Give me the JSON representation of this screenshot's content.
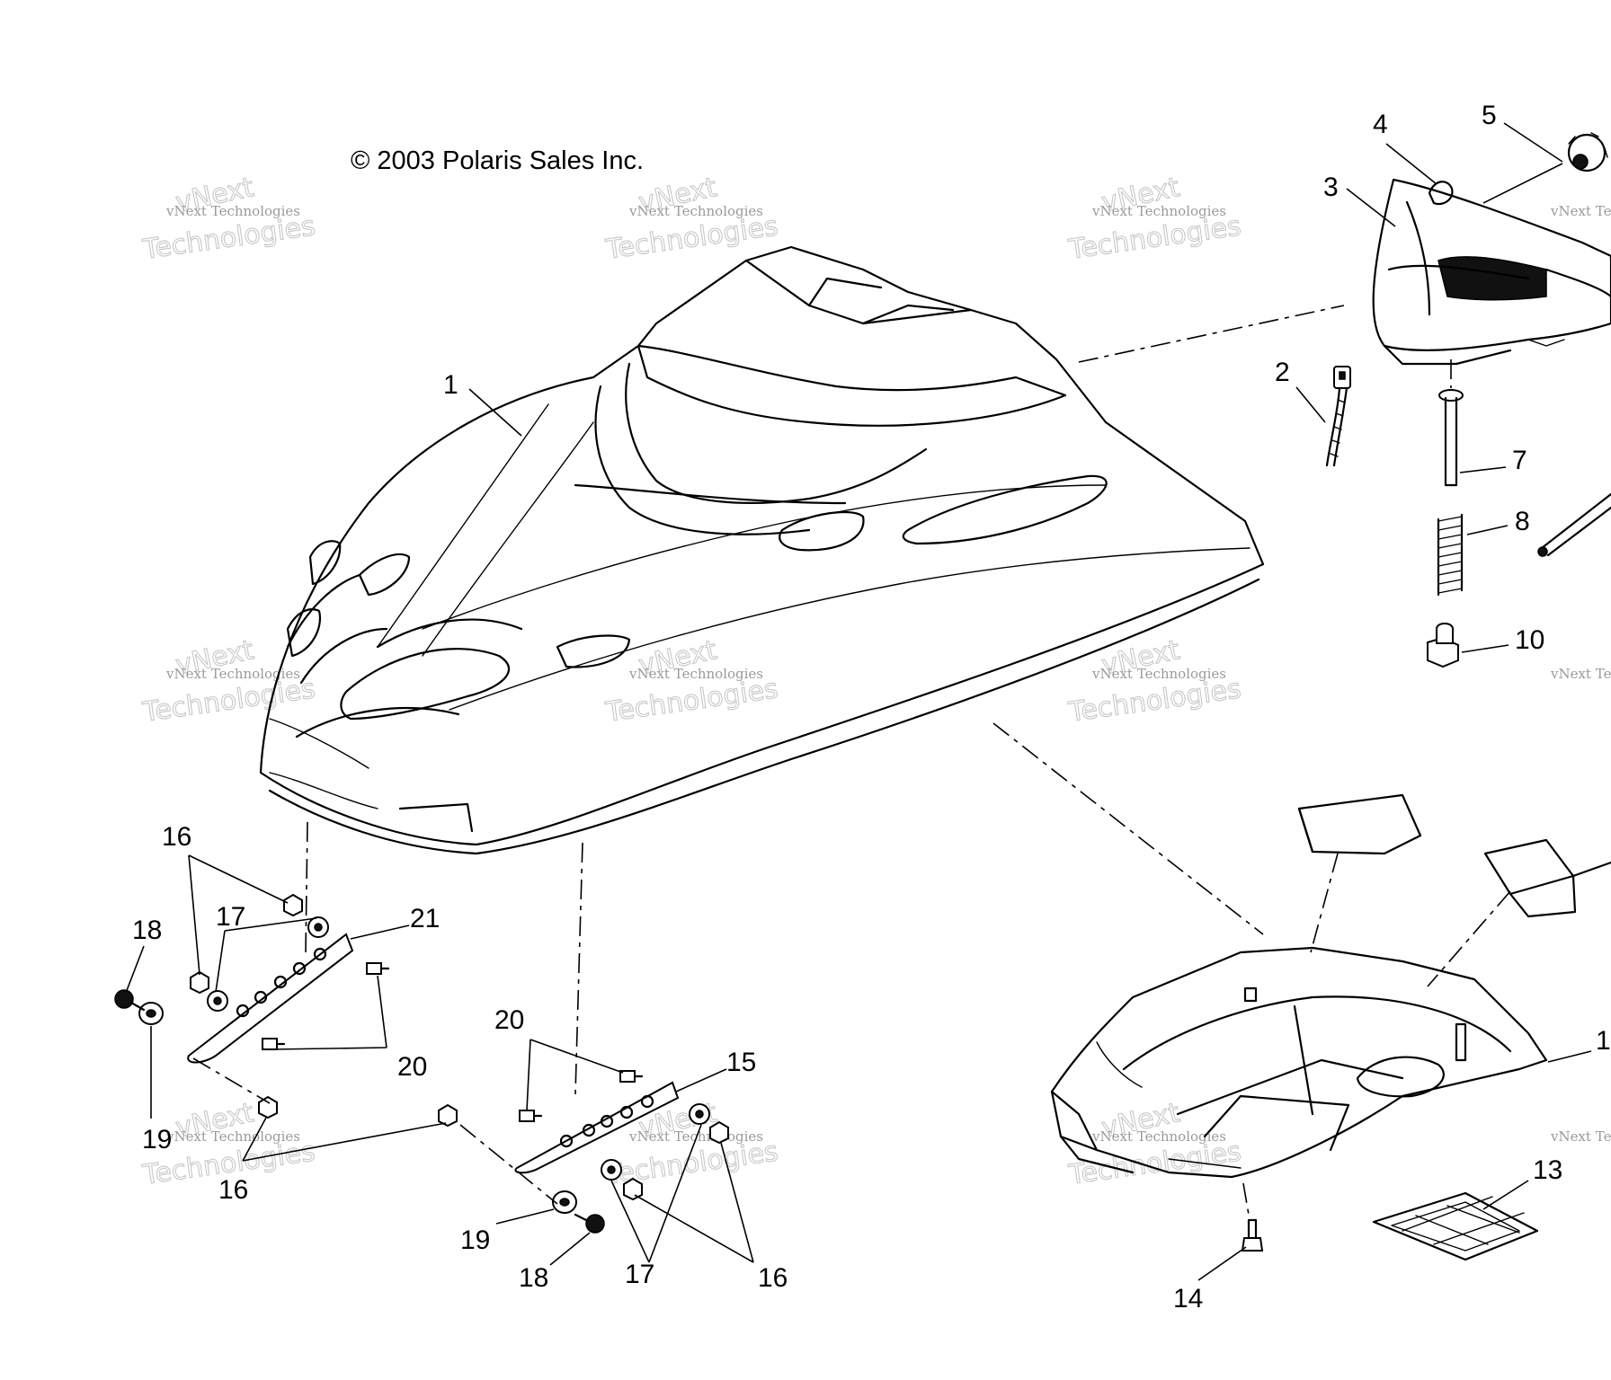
{
  "copyright": "© 2003 Polaris Sales Inc.",
  "watermark": {
    "line1": "vNext",
    "line2": "vNext Technologies",
    "line3": "Technologies"
  },
  "callouts": {
    "c1": "1",
    "c2": "2",
    "c3": "3",
    "c4": "4",
    "c5": "5",
    "c7": "7",
    "c8": "8",
    "c10": "10",
    "c11": "1",
    "c13": "13",
    "c14": "14",
    "c15": "15",
    "c16a": "16",
    "c16b": "16",
    "c16c": "16",
    "c17a": "17",
    "c17b": "17",
    "c18a": "18",
    "c18b": "18",
    "c19a": "19",
    "c19b": "19",
    "c20a": "20",
    "c20b": "20",
    "c21": "21"
  }
}
